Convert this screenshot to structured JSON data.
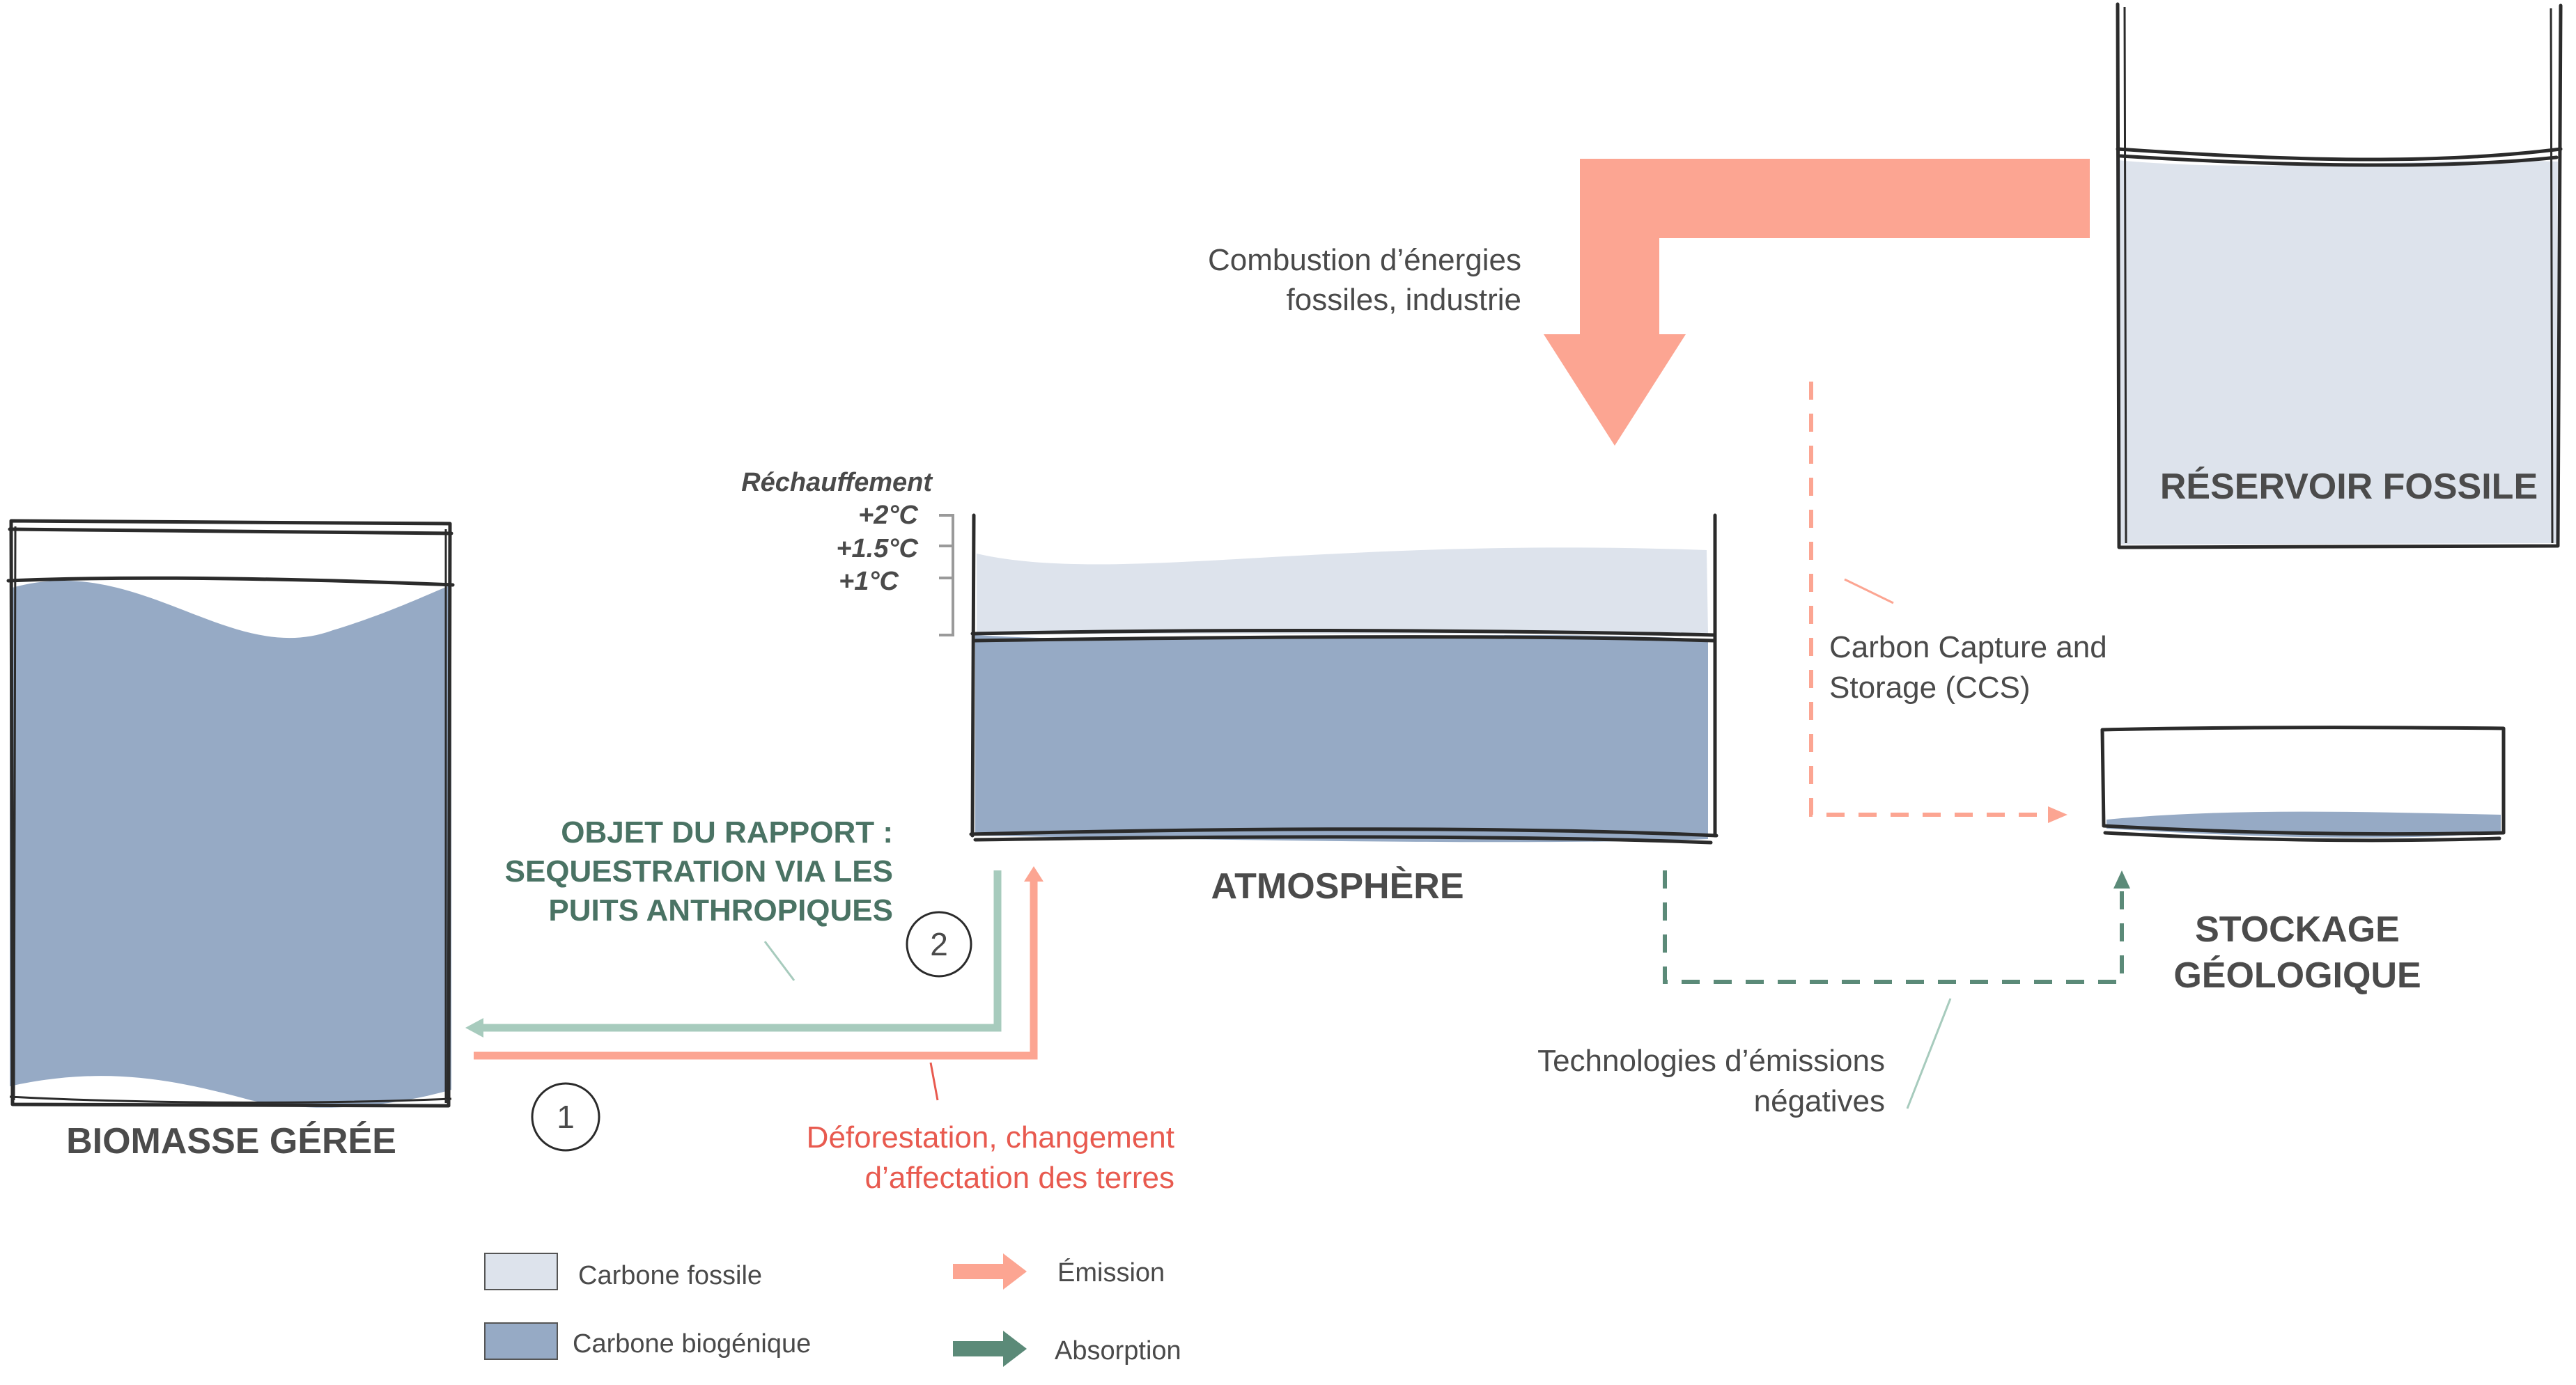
{
  "colors": {
    "fossil_carbon": "#dde3ec",
    "biogenic_carbon": "#96aac5",
    "emission": "#fca592",
    "absorption": "#5b8a78",
    "absorption_light": "#a7cbbd",
    "label_green": "#4a7364",
    "label_red": "#e85a4f",
    "outline": "#2b2b2b"
  },
  "containers": {
    "biomass": "BIOMASSE GÉRÉE",
    "atmosphere": "ATMOSPHÈRE",
    "fossil_reservoir": "RÉSERVOIR FOSSILE",
    "geological_storage_line1": "STOCKAGE",
    "geological_storage_line2": "GÉOLOGIQUE"
  },
  "warming": {
    "title": "Réchauffement",
    "levels": [
      "+2°C",
      "+1.5°C",
      "+1°C"
    ]
  },
  "flows": {
    "combustion_line1": "Combustion d’énergies",
    "combustion_line2": "fossiles, industrie",
    "ccs_line1": "Carbon Capture and",
    "ccs_line2": "Storage (CCS)",
    "net_line1": "Technologies d’émissions",
    "net_line2": "négatives",
    "deforestation_line1": "Déforestation, changement",
    "deforestation_line2": "d’affectation des terres",
    "report_line1": "OBJET DU RAPPORT :",
    "report_line2": "SEQUESTRATION VIA LES",
    "report_line3": "PUITS ANTHROPIQUES",
    "marker_1": "1",
    "marker_2": "2"
  },
  "legend": {
    "fossil": "Carbone fossile",
    "biogenic": "Carbone biogénique",
    "emission": "Émission",
    "absorption": "Absorption"
  }
}
